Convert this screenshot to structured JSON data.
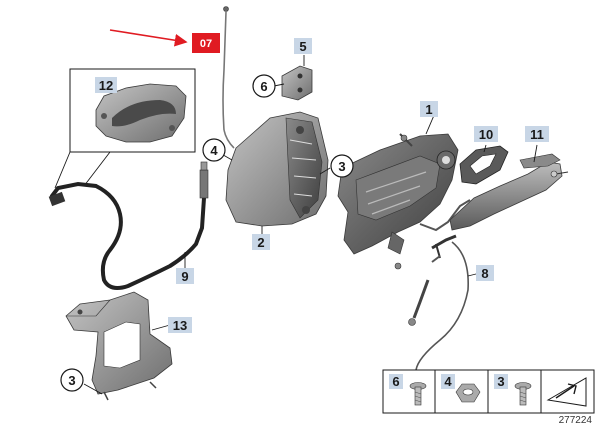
{
  "callout": {
    "label": "07",
    "color": "#e01b22"
  },
  "part_labels": {
    "p1": "1",
    "p2": "2",
    "p3a": "3",
    "p3b": "3",
    "p4": "4",
    "p5": "5",
    "p6": "6",
    "p8": "8",
    "p9": "9",
    "p10": "10",
    "p11": "11",
    "p12": "12",
    "p13": "13"
  },
  "legend": {
    "item_a": "6",
    "item_b": "4",
    "item_c": "3"
  },
  "reference_number": "277224",
  "colors": {
    "label_badge": "#c8d6e6",
    "part_fill": "#9a9a9a",
    "part_dark": "#555555",
    "line": "#1a1a1a"
  }
}
